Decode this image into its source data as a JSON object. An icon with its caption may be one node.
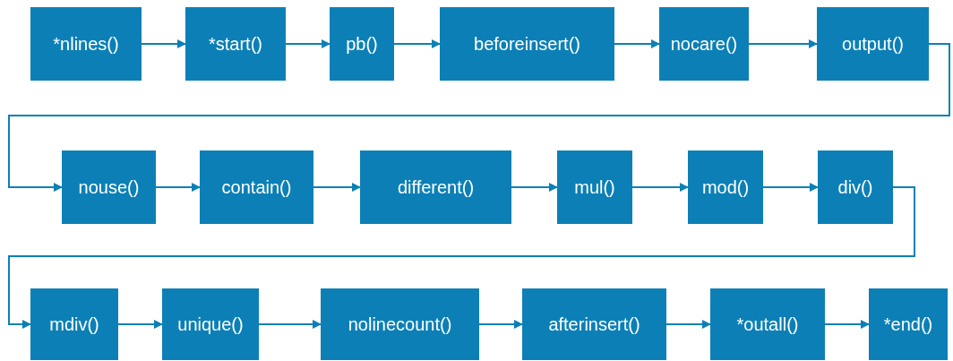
{
  "diagram": {
    "nodes": [
      {
        "text": [
          "*nlines()"
        ]
      },
      {
        "text": [
          "*start()"
        ]
      },
      {
        "text": [
          "pb()"
        ]
      },
      {
        "text": [
          "beforeinsert()"
        ]
      },
      {
        "text": [
          "nocare()"
        ]
      },
      {
        "text": [
          "output()"
        ]
      },
      {
        "text": [
          "nouse()"
        ]
      },
      {
        "text": [
          "contain()"
        ]
      },
      {
        "text": [
          "different()"
        ]
      },
      {
        "text": [
          "mul()"
        ]
      },
      {
        "text": [
          "mod()"
        ]
      },
      {
        "text": [
          "div()"
        ]
      },
      {
        "text": [
          "mdiv()"
        ]
      },
      {
        "text": [
          "unique()"
        ]
      },
      {
        "text": [
          "nolinecount()"
        ]
      },
      {
        "text": [
          "afterinsert()"
        ]
      },
      {
        "text": [
          "*outall()"
        ]
      },
      {
        "text": [
          "*end()"
        ]
      }
    ],
    "edges": [
      {
        "from": 0,
        "to": 1,
        "arrow": "to"
      },
      {
        "from": 1,
        "to": 2,
        "arrow": "to"
      },
      {
        "from": 2,
        "to": 3,
        "arrow": "to"
      },
      {
        "from": 3,
        "to": 4,
        "arrow": "to"
      },
      {
        "from": 4,
        "to": 5,
        "arrow": "to"
      },
      {
        "from": 5,
        "to": 6,
        "arrow": "to"
      },
      {
        "from": 6,
        "to": 7,
        "arrow": "to"
      },
      {
        "from": 7,
        "to": 8,
        "arrow": "to"
      },
      {
        "from": 8,
        "to": 9,
        "arrow": "to"
      },
      {
        "from": 9,
        "to": 10,
        "arrow": "to"
      },
      {
        "from": 10,
        "to": 11,
        "arrow": "to"
      },
      {
        "from": 11,
        "to": 12,
        "arrow": "to"
      },
      {
        "from": 12,
        "to": 13,
        "arrow": "to"
      },
      {
        "from": 13,
        "to": 14,
        "arrow": "to"
      },
      {
        "from": 14,
        "to": 15,
        "arrow": "to"
      },
      {
        "from": 15,
        "to": 16,
        "arrow": "to"
      },
      {
        "from": 16,
        "to": 17,
        "arrow": "to"
      }
    ]
  }
}
